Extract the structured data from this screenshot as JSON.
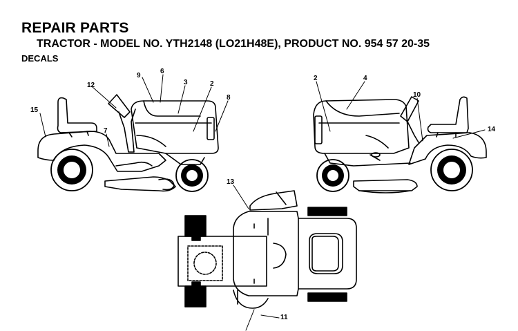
{
  "header": {
    "title": "REPAIR PARTS",
    "subtitle": "TRACTOR - MODEL NO. YTH2148 (LO21H48E), PRODUCT NO. 954 57 20-35",
    "section": "DECALS"
  },
  "callouts": {
    "left_view": [
      "15",
      "12",
      "9",
      "6",
      "3",
      "2",
      "8",
      "7"
    ],
    "right_view": [
      "2",
      "4",
      "10",
      "14"
    ],
    "top_view": [
      "13",
      "11"
    ]
  }
}
